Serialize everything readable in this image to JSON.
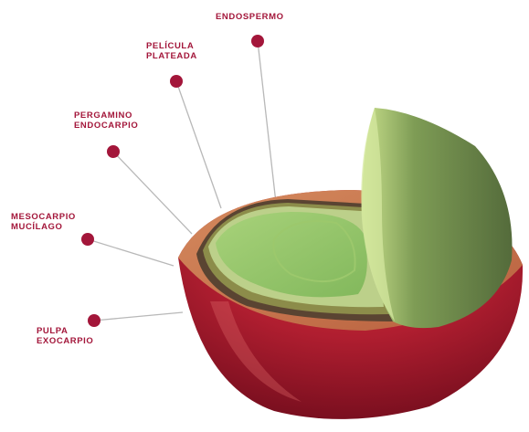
{
  "labels": {
    "endospermo": {
      "line1": "ENDOSPERMO"
    },
    "pelicula": {
      "line1": "PELÍCULA",
      "line2": "PLATEADA"
    },
    "pergamino": {
      "line1": "PERGAMINO",
      "line2": "ENDOCARPIO"
    },
    "mesocarpio": {
      "line1": "MESOCARPIO",
      "line2": "MUCÍLAGO"
    },
    "pulpa": {
      "line1": "PULPA",
      "line2": "EXOCARPIO"
    }
  },
  "colors": {
    "label_text": "#a3163a",
    "marker_dot": "#a3163a",
    "leader_line": "#b8b8b8",
    "exocarp_red": "#b01e30",
    "mesocarp_orange": "#c8704a",
    "parchment_olive": "#8c8c4a",
    "endosperm_green": "#93c46a",
    "seed_half_green": "#6f8a4d"
  }
}
